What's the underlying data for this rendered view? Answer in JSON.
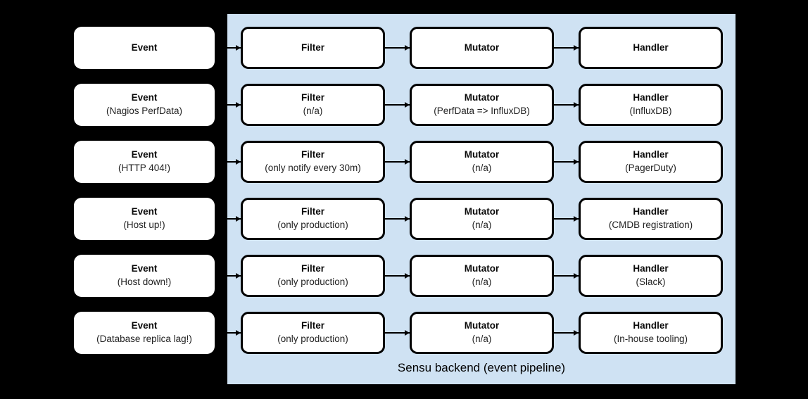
{
  "panel": {
    "caption": "Sensu backend (event pipeline)",
    "bg_color": "#cfe2f3"
  },
  "colors": {
    "canvas_bg": "#000000",
    "node_bg": "#ffffff",
    "node_border": "#000000"
  },
  "columns": [
    "Event",
    "Filter",
    "Mutator",
    "Handler"
  ],
  "rows": [
    {
      "event": {
        "title": "Event",
        "subtitle": ""
      },
      "filter": {
        "title": "Filter",
        "subtitle": ""
      },
      "mutator": {
        "title": "Mutator",
        "subtitle": ""
      },
      "handler": {
        "title": "Handler",
        "subtitle": ""
      }
    },
    {
      "event": {
        "title": "Event",
        "subtitle": "(Nagios PerfData)"
      },
      "filter": {
        "title": "Filter",
        "subtitle": "(n/a)"
      },
      "mutator": {
        "title": "Mutator",
        "subtitle": "(PerfData => InfluxDB)"
      },
      "handler": {
        "title": "Handler",
        "subtitle": "(InfluxDB)"
      }
    },
    {
      "event": {
        "title": "Event",
        "subtitle": "(HTTP 404!)"
      },
      "filter": {
        "title": "Filter",
        "subtitle": "(only notify every 30m)"
      },
      "mutator": {
        "title": "Mutator",
        "subtitle": "(n/a)"
      },
      "handler": {
        "title": "Handler",
        "subtitle": "(PagerDuty)"
      }
    },
    {
      "event": {
        "title": "Event",
        "subtitle": "(Host up!)"
      },
      "filter": {
        "title": "Filter",
        "subtitle": "(only production)"
      },
      "mutator": {
        "title": "Mutator",
        "subtitle": "(n/a)"
      },
      "handler": {
        "title": "Handler",
        "subtitle": "(CMDB registration)"
      }
    },
    {
      "event": {
        "title": "Event",
        "subtitle": "(Host down!)"
      },
      "filter": {
        "title": "Filter",
        "subtitle": "(only production)"
      },
      "mutator": {
        "title": "Mutator",
        "subtitle": "(n/a)"
      },
      "handler": {
        "title": "Handler",
        "subtitle": "(Slack)"
      }
    },
    {
      "event": {
        "title": "Event",
        "subtitle": "(Database replica lag!)"
      },
      "filter": {
        "title": "Filter",
        "subtitle": "(only production)"
      },
      "mutator": {
        "title": "Mutator",
        "subtitle": "(n/a)"
      },
      "handler": {
        "title": "Handler",
        "subtitle": "(In-house tooling)"
      }
    }
  ]
}
